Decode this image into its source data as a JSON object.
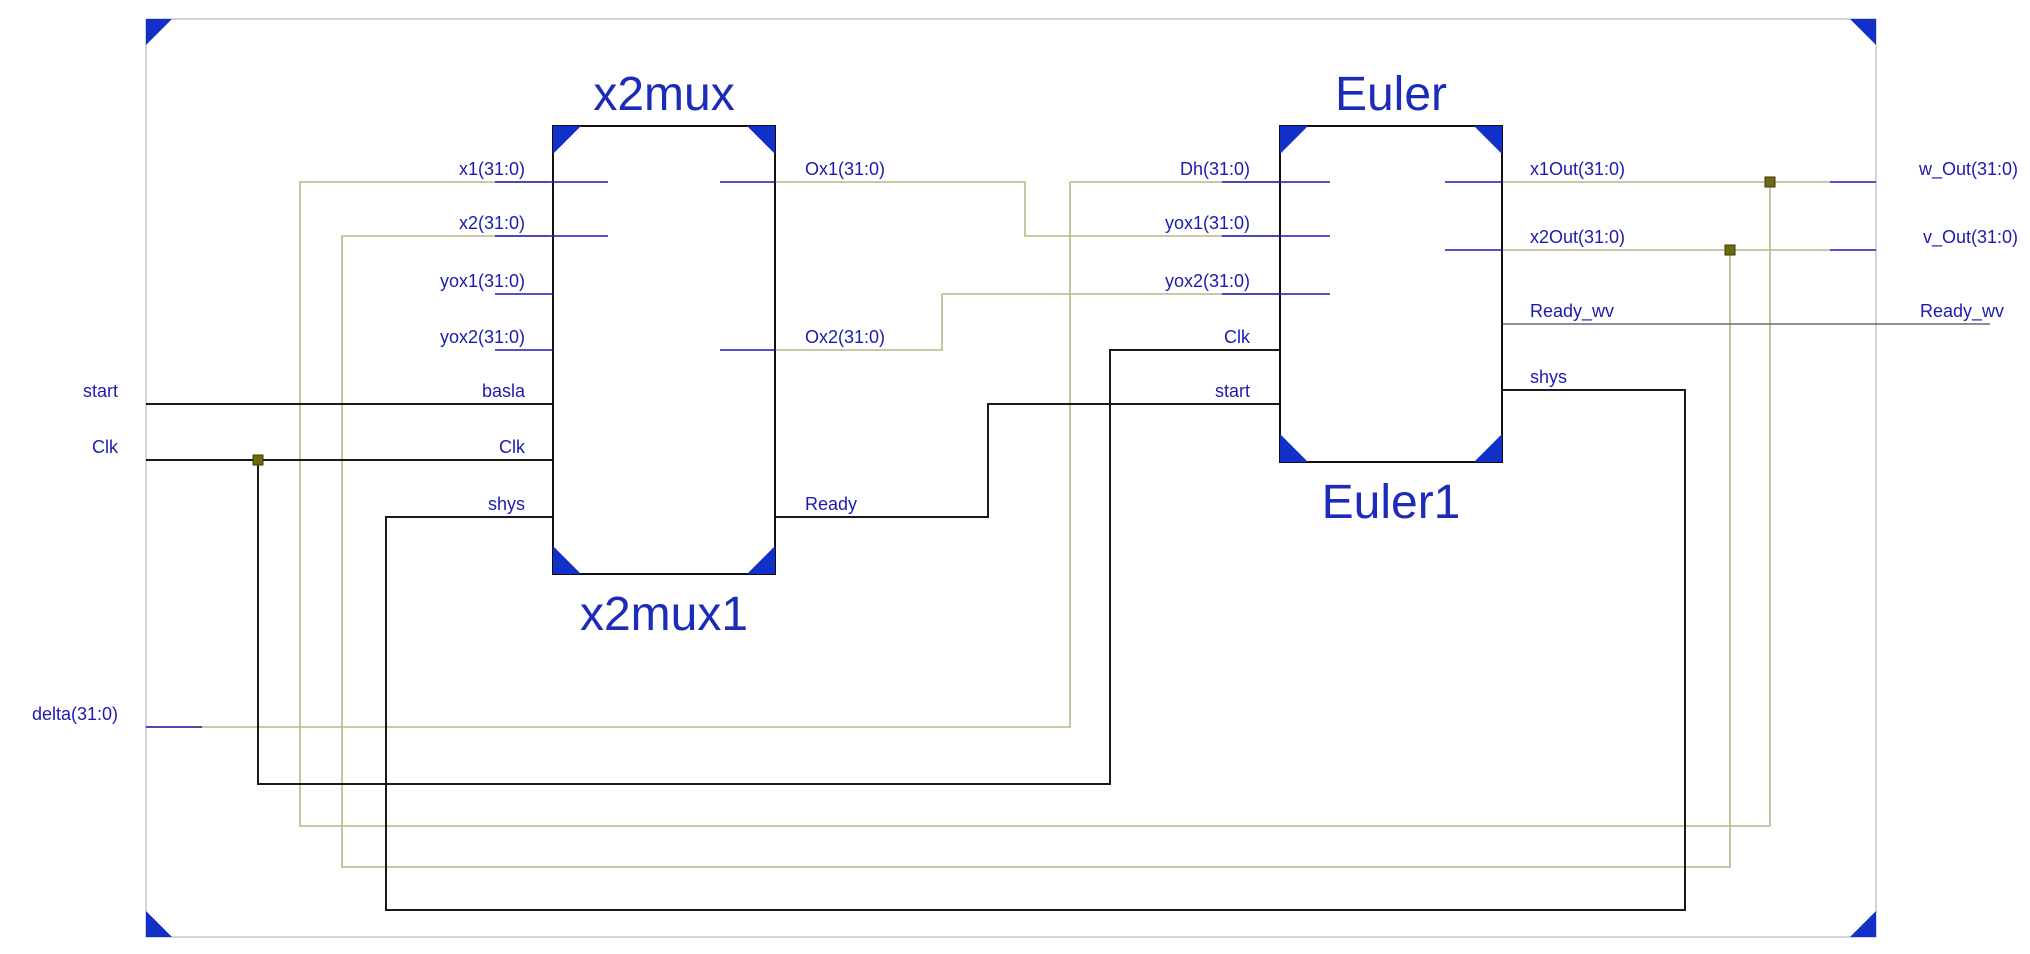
{
  "blocks": {
    "x2mux": {
      "type_name": "x2mux",
      "instance_name": "x2mux1",
      "inputs": [
        "x1(31:0)",
        "x2(31:0)",
        "yox1(31:0)",
        "yox2(31:0)",
        "basla",
        "Clk",
        "shys"
      ],
      "outputs": [
        "Ox1(31:0)",
        "Ox2(31:0)",
        "Ready"
      ]
    },
    "euler": {
      "type_name": "Euler",
      "instance_name": "Euler1",
      "inputs": [
        "Dh(31:0)",
        "yox1(31:0)",
        "yox2(31:0)",
        "Clk",
        "start"
      ],
      "outputs": [
        "x1Out(31:0)",
        "x2Out(31:0)",
        "Ready_wv",
        "shys"
      ]
    }
  },
  "top_ports": {
    "inputs": [
      "start",
      "Clk",
      "delta(31:0)"
    ],
    "outputs": [
      "w_Out(31:0)",
      "v_Out(31:0)",
      "Ready_wv"
    ]
  },
  "colors": {
    "label": "#1b1bb0",
    "title": "#1c2bb8",
    "corner_marker": "#1030c8",
    "bus_wire": "#b5b88a",
    "signal_wire": "#1a1a1a",
    "junction": "#6d6b12"
  }
}
